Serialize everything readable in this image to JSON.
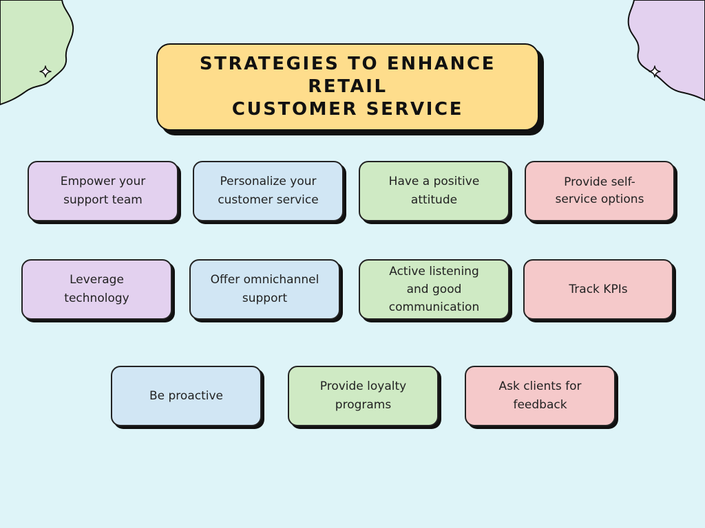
{
  "title": "STRATEGIES TO ENHANCE RETAIL\nCUSTOMER SERVICE",
  "strategies": [
    {
      "label": "Empower your\nsupport team",
      "color": "purple"
    },
    {
      "label": "Personalize your\ncustomer service",
      "color": "blue"
    },
    {
      "label": "Have a positive\nattitude",
      "color": "green"
    },
    {
      "label": "Provide self-\nservice options",
      "color": "pink"
    },
    {
      "label": "Leverage\ntechnology",
      "color": "purple"
    },
    {
      "label": "Offer omnichannel\nsupport",
      "color": "blue"
    },
    {
      "label": "Active listening\nand good\ncommunication",
      "color": "green"
    },
    {
      "label": "Track KPIs",
      "color": "pink"
    },
    {
      "label": "Be proactive",
      "color": "blue"
    },
    {
      "label": "Provide loyalty\nprograms",
      "color": "green"
    },
    {
      "label": "Ask clients for\nfeedback",
      "color": "pink"
    }
  ],
  "colors": {
    "background": "#def4f8",
    "title_fill": "#fedd8c",
    "purple": "#e3d1ef",
    "blue": "#d1e6f4",
    "green": "#cfeac4",
    "pink": "#f5c9ca",
    "corner_left": "#cfeac4",
    "corner_right": "#e3d1ef"
  },
  "decorations": {
    "top_left": "wavy-blob-icon",
    "top_right": "wavy-blob-icon",
    "sparkles": "sparkle-icon"
  }
}
